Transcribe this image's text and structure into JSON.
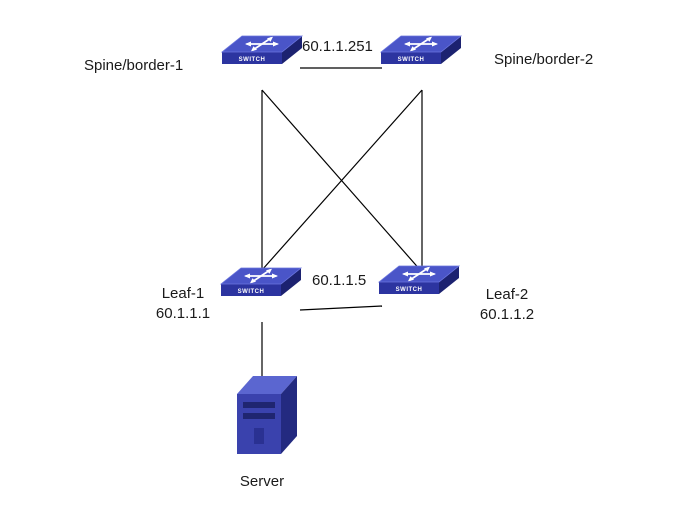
{
  "nodes": {
    "spine1": {
      "name": "Spine/border-1"
    },
    "spine2": {
      "name": "Spine/border-2"
    },
    "leaf1": {
      "name": "Leaf-1",
      "ip": "60.1.1.1"
    },
    "leaf2": {
      "name": "Leaf-2",
      "ip": "60.1.1.2"
    },
    "server": {
      "name": "Server"
    }
  },
  "links": {
    "spine_peer": "60.1.1.251",
    "leaf_peer": "60.1.1.5"
  },
  "device_badge": "SWITCH",
  "icons": {
    "switch": "switch-icon",
    "server": "server-icon"
  },
  "colors": {
    "switch_top": "#4a55c8",
    "switch_side_light": "#2c34a0",
    "switch_side_dark": "#1c2270",
    "server_front": "#3a42ad",
    "line": "#000000"
  }
}
